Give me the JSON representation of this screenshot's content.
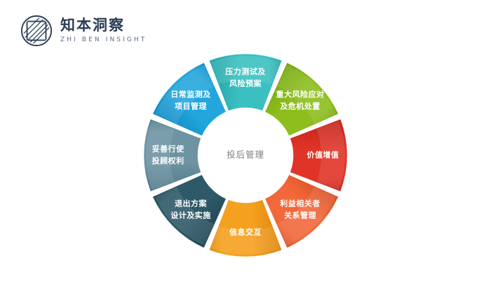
{
  "brand": {
    "name": "知本洞察",
    "subtitle": "ZHI BEN INSIGHT",
    "logo_icon": "circular-emblem-icon",
    "color": "#2c3e55"
  },
  "chart_data": {
    "type": "pie",
    "title": "投后管理",
    "center_label": "投后管理",
    "center_label_color": "#7e7e7e",
    "donut": true,
    "inner_radius_ratio": 0.47,
    "gap_degrees": 3.2,
    "start_angle_deg": -112.5,
    "legend": "none",
    "categories": [
      "压力测试及风险预案",
      "重大风险应对及危机处置",
      "价值增值",
      "利益相关者关系管理",
      "信息交互",
      "退出方案设计及实施",
      "妥善行使投顾权利",
      "日常监测及项目管理"
    ],
    "values": [
      12.5,
      12.5,
      12.5,
      12.5,
      12.5,
      12.5,
      12.5,
      12.5
    ],
    "colors": [
      "#3ac0c0",
      "#8dbe1e",
      "#e03428",
      "#f1683a",
      "#f5a01e",
      "#2e5968",
      "#6e94a3",
      "#22a6dc"
    ],
    "segments": [
      {
        "id": "stress-test",
        "lines": [
          "压力测试及",
          "风险预案"
        ],
        "color": "#3ac0c0",
        "color_dark": "#1f9ea3",
        "angle_start": -112.5,
        "angle_end": -67.5
      },
      {
        "id": "major-risk-response",
        "lines": [
          "重大风险应对",
          "及危机处置"
        ],
        "color": "#8dbe1e",
        "color_dark": "#6fa10d",
        "angle_start": -67.5,
        "angle_end": -22.5
      },
      {
        "id": "value-add",
        "lines": [
          "价值增值"
        ],
        "color": "#e03428",
        "color_dark": "#bd1f17",
        "angle_start": -22.5,
        "angle_end": 22.5
      },
      {
        "id": "stakeholder-relations",
        "lines": [
          "利益相关者",
          "关系管理"
        ],
        "color": "#f1683a",
        "color_dark": "#d44a1e",
        "angle_start": 22.5,
        "angle_end": 67.5
      },
      {
        "id": "information-exchange",
        "lines": [
          "信息交互"
        ],
        "color": "#f5a01e",
        "color_dark": "#d8820a",
        "angle_start": 67.5,
        "angle_end": 112.5
      },
      {
        "id": "exit-plan",
        "lines": [
          "退出方案",
          "设计及实施"
        ],
        "color": "#2e5968",
        "color_dark": "#1d3f4d",
        "angle_start": 112.5,
        "angle_end": 157.5
      },
      {
        "id": "advisor-rights",
        "lines": [
          "妥善行使",
          "投顾权利"
        ],
        "color": "#6e94a3",
        "color_dark": "#4f7686",
        "angle_start": 157.5,
        "angle_end": 202.5
      },
      {
        "id": "daily-monitoring",
        "lines": [
          "日常监测及",
          "项目管理"
        ],
        "color": "#22a6dc",
        "color_dark": "#0d83bc",
        "angle_start": 202.5,
        "angle_end": 247.5
      }
    ]
  }
}
